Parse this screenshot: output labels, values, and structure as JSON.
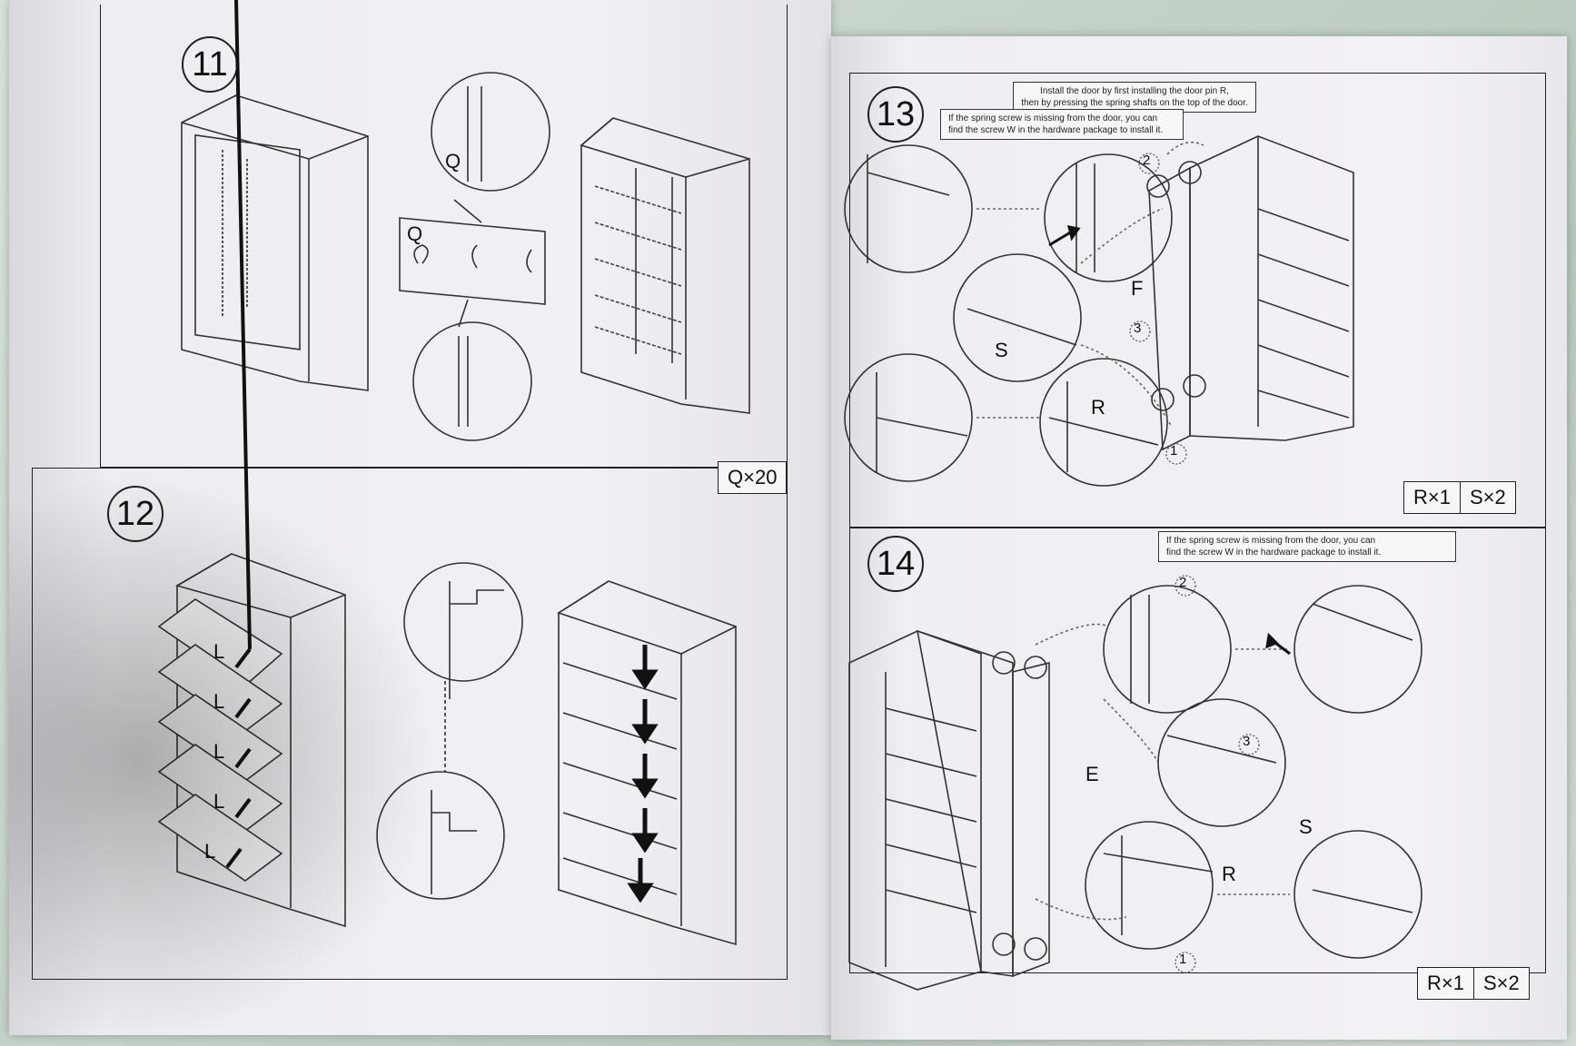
{
  "steps": [
    {
      "number": "11",
      "quantity": "Q×20",
      "parts": [
        "Q",
        "Q"
      ]
    },
    {
      "number": "12",
      "arrow_labels": [
        "L",
        "L",
        "L",
        "L",
        "L"
      ]
    },
    {
      "number": "13",
      "note_top": [
        "Install the door by first installing the door pin R,",
        "then by pressing the spring shafts on the top of the door."
      ],
      "note_spring": [
        "If the spring screw is missing from the door, you can",
        "find the screw W in the hardware package to install it."
      ],
      "parts": [
        "F",
        "S",
        "R"
      ],
      "callouts": [
        "2",
        "3",
        "1"
      ],
      "quantities": [
        "R×1",
        "S×2"
      ]
    },
    {
      "number": "14",
      "note_spring": [
        "If the spring screw is missing from the door, you can",
        "find the screw W in the hardware package to install it."
      ],
      "parts": [
        "E",
        "S",
        "R"
      ],
      "callouts": [
        "2",
        "3",
        "1"
      ],
      "quantities": [
        "R×1",
        "S×2"
      ]
    }
  ]
}
